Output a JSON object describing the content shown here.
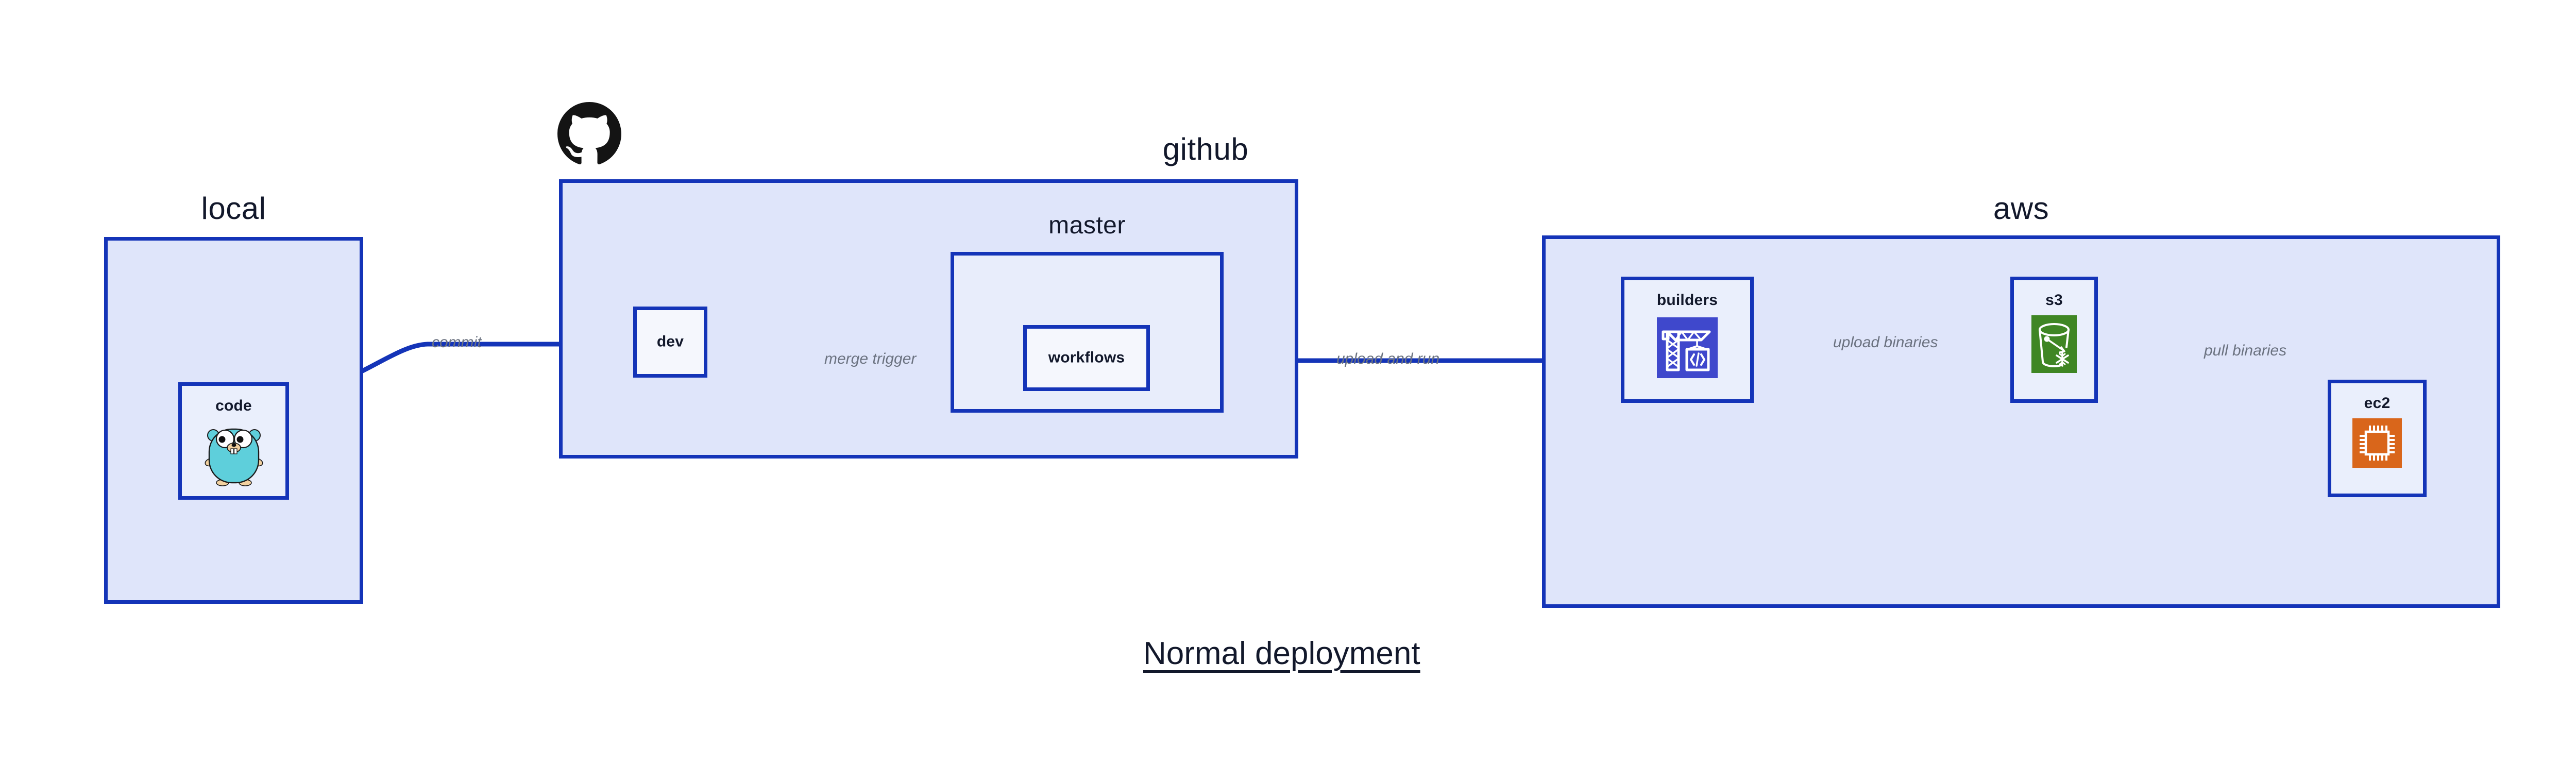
{
  "diagram": {
    "caption": "Normal deployment",
    "background": "#ffffff",
    "accent_color": "#1434b8",
    "group_fill": "#dfe5fa",
    "subgroup_fill": "#e8edfb",
    "node_fill": "#eaeffc",
    "edge_label_color": "#6b7280",
    "text_color": "#12182b"
  },
  "groups": {
    "local": {
      "label": "local",
      "nodes": {
        "code": {
          "label": "code",
          "icon": "go-gopher-icon"
        }
      }
    },
    "github": {
      "label": "github",
      "logo": "github-octocat-icon",
      "nodes": {
        "dev": {
          "label": "dev"
        }
      },
      "subgroups": {
        "master": {
          "label": "master",
          "nodes": {
            "workflows": {
              "label": "workflows"
            }
          }
        }
      }
    },
    "aws": {
      "label": "aws",
      "nodes": {
        "builders": {
          "label": "builders",
          "icon": "aws-codebuild-crane-icon",
          "icon_color": "#3f48cc"
        },
        "s3": {
          "label": "s3",
          "icon": "aws-s3-glacier-bucket-icon",
          "icon_color": "#3f8624"
        },
        "ec2": {
          "label": "ec2",
          "icon": "aws-ec2-cpu-chip-icon",
          "icon_color": "#d9661b"
        }
      }
    }
  },
  "edges": [
    {
      "id": "commit",
      "label": "commit",
      "from": "code",
      "to": "dev"
    },
    {
      "id": "merge-trigger",
      "label": "merge trigger",
      "from": "dev",
      "to": "workflows"
    },
    {
      "id": "upload-and-run",
      "label": "upload and run",
      "from": "workflows",
      "to": "builders"
    },
    {
      "id": "upload-binaries",
      "label": "upload binaries",
      "from": "builders",
      "to": "s3"
    },
    {
      "id": "pull-binaries",
      "label": "pull binaries",
      "from": "s3",
      "to": "ec2"
    }
  ]
}
